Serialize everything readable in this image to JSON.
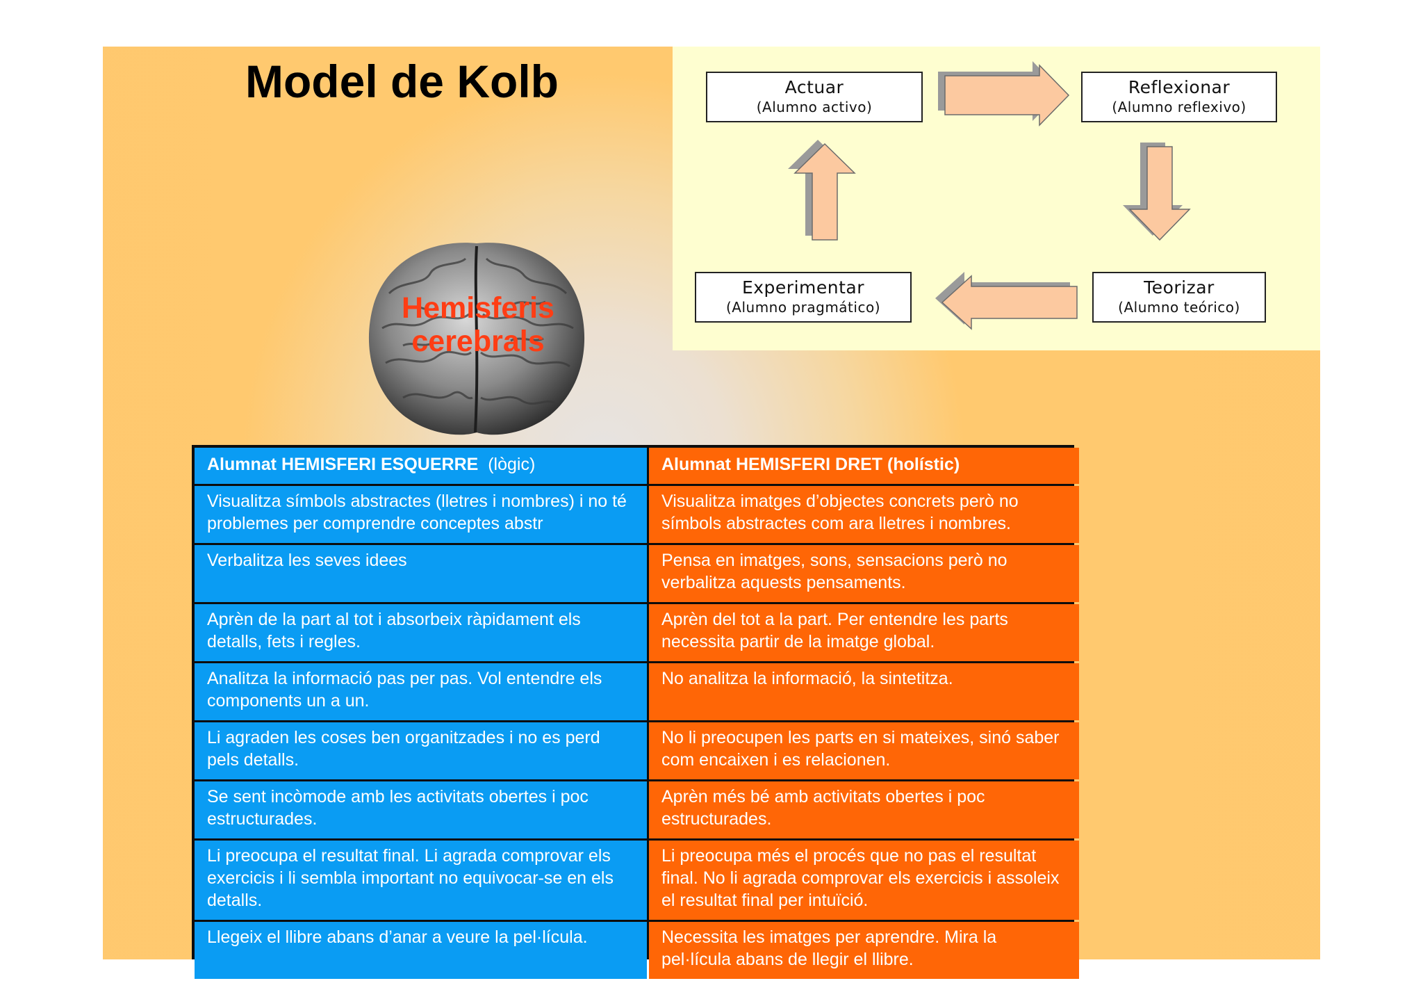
{
  "title": "Model de Kolb",
  "kolb_cycle": {
    "actuar": {
      "label": "Actuar",
      "sub": "(Alumno activo)"
    },
    "reflexionar": {
      "label": "Reflexionar",
      "sub": "(Alumno reflexivo)"
    },
    "teorizar": {
      "label": "Teorizar",
      "sub": "(Alumno teórico)"
    },
    "experimentar": {
      "label": "Experimentar",
      "sub": "(Alumno pragmático)"
    }
  },
  "brain": {
    "line1": "Hemisferis",
    "line2": "cerebrals"
  },
  "table": {
    "headers": {
      "left_main": "Alumnat HEMISFERI ESQUERRE",
      "left_paren": "(lògic)",
      "right": "Alumnat HEMISFERI DRET  (holístic)"
    },
    "rows": [
      {
        "left": "Visualitza símbols abstractes (lletres i nombres) i no té problemes per comprendre conceptes abstr",
        "right": "Visualitza imatges d’objectes concrets però no símbols abstractes com ara lletres i nombres."
      },
      {
        "left": "Verbalitza les seves idees",
        "right": "Pensa en imatges, sons, sensacions però no verbalitza aquests pensaments."
      },
      {
        "left": "Aprèn de la part al tot i absorbeix ràpidament els detalls, fets i regles.",
        "right": "Aprèn del tot a la part. Per entendre les parts necessita partir de la imatge global."
      },
      {
        "left": "Analitza la informació pas per pas. Vol entendre els components un a un.",
        "right": "No analitza la informació, la sintetitza."
      },
      {
        "left": "Li agraden les coses ben organitzades i no es perd pels detalls.",
        "right": "No li preocupen les parts en si mateixes, sinó saber com encaixen i es relacionen."
      },
      {
        "left": "Se sent incòmode amb les activitats obertes i poc estructurades.",
        "right": "Aprèn més bé amb activitats obertes i poc estructurades."
      },
      {
        "left": "Li preocupa el resultat final. Li agrada comprovar els exercicis i li sembla important no equivocar-se en els detalls.",
        "right": "Li preocupa més el procés que no pas el resultat final. No li agrada comprovar els exercicis i assoleix el resultat final per intuïció."
      },
      {
        "left": "Llegeix el llibre abans d’anar a veure la pel·lícula.",
        "right": "Necessita les imatges per aprendre. Mira la pel·lícula abans de llegir el llibre."
      }
    ]
  },
  "colors": {
    "left_column": "#0a9cf3",
    "right_column": "#ff6606",
    "brain_label": "#ff3d14",
    "arrow_fill": "#fcc9a0",
    "kolb_background": "#fefed0"
  }
}
